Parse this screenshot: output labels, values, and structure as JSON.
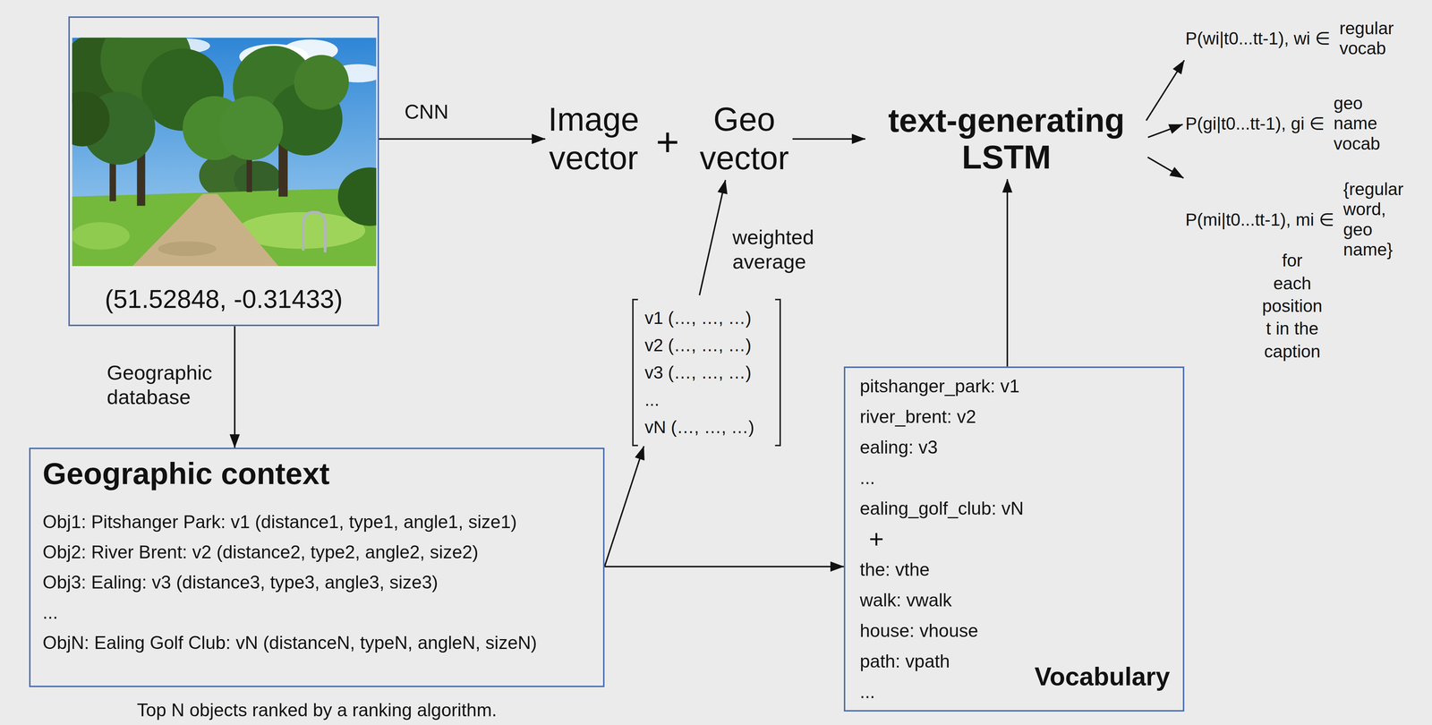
{
  "diagram": {
    "nodes": [
      {
        "text": [
          "(51.52848, -0.31433)"
        ]
      },
      {
        "text": [
          "Image vector"
        ]
      },
      {
        "text": [
          "Geo vector"
        ]
      },
      {
        "text": [
          "text-generating LSTM"
        ]
      },
      {
        "text": [
          "P(wi|t0...tt-1), wi ∈",
          "regular vocab"
        ]
      },
      {
        "text": [
          "P(gi|t0...tt-1), gi ∈",
          "geo name vocab"
        ]
      },
      {
        "text": [
          "P(mi|t0...tt-1), mi ∈",
          "{regular word, geo name}"
        ]
      },
      {
        "text": [
          "v1 (…, …, …)",
          "v2 (…, …, …)",
          "v3 (…, …, …)",
          "...",
          "vN (…, …, …)"
        ]
      },
      {
        "text": [
          "Geographic context",
          "Obj1: Pitshanger Park: v1 (distance1, type1, angle1, size1)",
          "Obj2: River Brent: v2 (distance2, type2, angle2, size2)",
          "Obj3: Ealing: v3 (distance3, type3, angle3, size3)",
          "...",
          "ObjN: Ealing Golf Club: vN (distanceN, typeN, angleN, sizeN)"
        ]
      },
      {
        "text": [
          "pitshanger_park: v1",
          "river_brent: v2",
          "ealing: v3",
          "...",
          "ealing_golf_club: vN",
          "+",
          "the: vthe",
          "walk: vwalk",
          "house: vhouse",
          "path: vpath",
          "...",
          "Vocabulary"
        ]
      }
    ],
    "edges": [
      {
        "from": 0,
        "to": 1,
        "arrow": "to",
        "label": "CNN"
      },
      {
        "from": 2,
        "to": 3,
        "arrow": "to"
      },
      {
        "from": 3,
        "to": 4,
        "arrow": "to"
      },
      {
        "from": 3,
        "to": 5,
        "arrow": "to"
      },
      {
        "from": 3,
        "to": 6,
        "arrow": "to"
      },
      {
        "from": 7,
        "to": 2,
        "arrow": "to",
        "label": "weighted average"
      },
      {
        "from": 0,
        "to": 8,
        "arrow": "to",
        "label": "Geographic database"
      },
      {
        "from": 8,
        "to": 7,
        "arrow": "to"
      },
      {
        "from": 8,
        "to": 9,
        "arrow": "to"
      },
      {
        "from": 9,
        "to": 3,
        "arrow": "to"
      }
    ],
    "labels": [
      "+",
      "for each position t in the caption",
      "Top N objects ranked by a ranking algorithm."
    ]
  }
}
